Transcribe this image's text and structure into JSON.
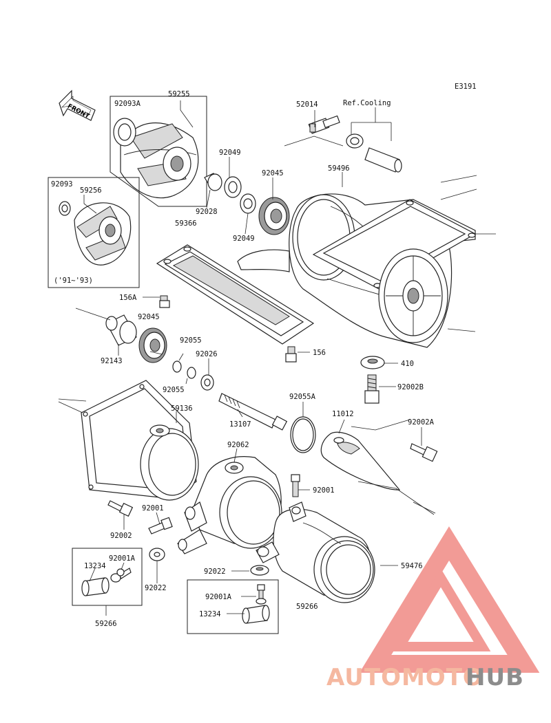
{
  "diagram": {
    "code": "E3191",
    "front_label": "FRONT",
    "ref_label": "Ref.Cooling",
    "year_note": "('91~'93)",
    "parts": {
      "p52014": "52014",
      "p92093A": "92093A",
      "p59255": "59255",
      "p92049a": "92049",
      "p92045a": "92045",
      "p59496": "59496",
      "p92093": "92093",
      "p59256": "59256",
      "p92028": "92028",
      "p59366": "59366",
      "p92049b": "92049",
      "p156A": "156A",
      "p92045b": "92045",
      "p92055a": "92055",
      "p92026": "92026",
      "p92143": "92143",
      "p156": "156",
      "p410": "410",
      "p92055b": "92055",
      "p92002B": "92002B",
      "p59136": "59136",
      "p13107": "13107",
      "p92055A": "92055A",
      "p11012": "11012",
      "p92002A": "92002A",
      "p92062": "92062",
      "p92001a": "92001",
      "p92001b": "92001",
      "p92002": "92002",
      "p92001Aa": "92001A",
      "p13234a": "13234",
      "p92022a": "92022",
      "p92022b": "92022",
      "p59476": "59476",
      "p92001Ab": "92001A",
      "p13234b": "13234",
      "p59266a": "59266",
      "p59266b": "59266"
    }
  },
  "watermark": {
    "part1": "AUTOMOTO",
    "part2": "HUB",
    "color_main": "#f08a84",
    "color_light": "#f5b8a0",
    "color_dark": "#8c8c8c"
  }
}
